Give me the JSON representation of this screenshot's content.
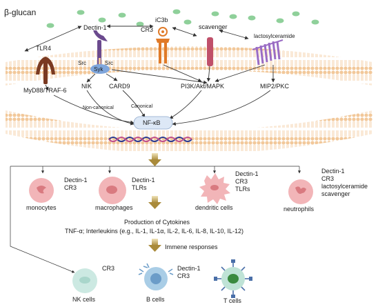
{
  "ligand": {
    "label": "β-glucan"
  },
  "receptors": {
    "dectin1": "Dectin-1",
    "ic3b": "iC3b",
    "cr3": "CR3",
    "scavenger": "scavenger",
    "lactosylceramide": "lactosylceramide",
    "tlr4": "TLR4",
    "src_left": "Src",
    "src_right": "Src",
    "syk": "Syk"
  },
  "pathways": {
    "myd88": "MyD88/TRAF-6",
    "nik": "NIK",
    "card9": "CARD9",
    "pi3k": "PI3K/Akt/MAPK",
    "mip2": "MIP2/PKC",
    "non_canonical": "Non-canonical",
    "canonical": "Canonical",
    "nfkb": "NF-κB"
  },
  "cells": {
    "monocytes": {
      "name": "monocytes",
      "receptors": [
        "Dectin-1",
        "CR3"
      ]
    },
    "macrophages": {
      "name": "macrophages",
      "receptors": [
        "Dectin-1",
        "TLRs"
      ]
    },
    "dendritic": {
      "name": "dendritic cells",
      "receptors": [
        "Dectin-1",
        "CR3",
        "TLRs"
      ]
    },
    "neutrophils": {
      "name": "neutrophils",
      "receptors": [
        "Dectin-1",
        "CR3",
        "lactosylceramide",
        "scavenger"
      ]
    },
    "nk": {
      "name": "NK cells",
      "receptors": [
        "CR3"
      ]
    },
    "b": {
      "name": "B cells",
      "receptors": [
        "Dectin-1",
        "CR3"
      ]
    },
    "t": {
      "name": "T cells",
      "receptors": []
    }
  },
  "cytokines": {
    "title": "Production of Cytokines",
    "detail": "TNF-α; Interleukins (e.g., IL-1, IL-1α, IL-2, IL-6, IL-8, IL-10, IL-12)"
  },
  "immune": {
    "label": "Immene responses"
  },
  "colors": {
    "membrane": "#f2c89a",
    "glucan": "#8fd09a",
    "dectin": "#6b4a8e",
    "cr3": "#e07a28",
    "scavenger": "#c0506a",
    "lactosyl": "#9a6cc4",
    "tlr4": "#7a3a22",
    "syk": "#7fa6dc",
    "nfkb": "#dde8f6",
    "dna1": "#2b3a8f",
    "dna2": "#c04f8a",
    "cell_pink": "#f2b5b8",
    "cell_nucleus": "#d97a80",
    "cell_teal": "#cce9e2",
    "cell_blue": "#a9cde6",
    "cell_tcell": "#bfe3d6"
  }
}
